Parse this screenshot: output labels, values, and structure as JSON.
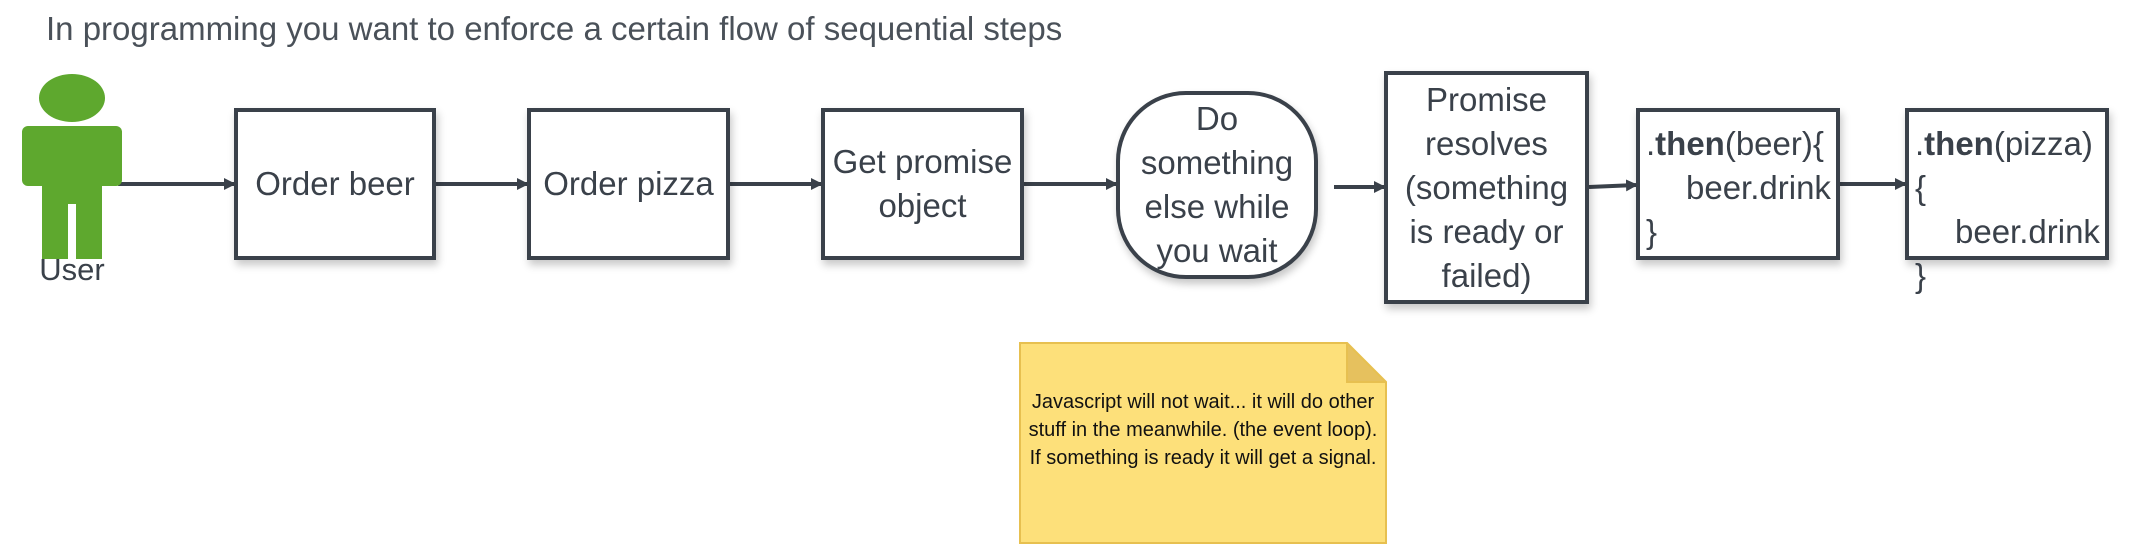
{
  "title": "In programming you want to enforce a certain flow of sequential steps",
  "user": {
    "label": "User",
    "color": "#5ea82e"
  },
  "steps": [
    {
      "label": "Order beer"
    },
    {
      "label": "Order pizza"
    },
    {
      "label": "Get promise\nobject"
    },
    {
      "label": "Do\nsomething\nelse while\nyou wait"
    },
    {
      "label": "Promise\nresolves\n(something\nis ready or\nfailed)"
    }
  ],
  "code_blocks": [
    {
      "prefix": ".",
      "keyword": "then",
      "suffix": "(beer){",
      "body": "beer.drink",
      "close": "}"
    },
    {
      "prefix": ".",
      "keyword": "then",
      "suffix": "(pizza){",
      "body": "beer.drink",
      "close": "}"
    }
  ],
  "note": {
    "text": "Javascript will not wait... it will do other stuff in the meanwhile. (the event loop). If something is ready it will get a signal.",
    "color": "#fde07a",
    "border_color": "#e7c050"
  },
  "colors": {
    "stroke": "#3a414a",
    "text": "#3a414a"
  }
}
